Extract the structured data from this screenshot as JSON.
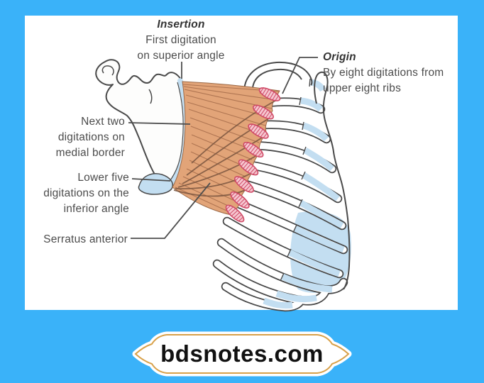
{
  "page": {
    "background_color": "#3ab2f9",
    "panel_color": "#ffffff"
  },
  "figure": {
    "labels": {
      "insertion": {
        "title": "Insertion",
        "lines": [
          "First digitation",
          "on superior angle"
        ]
      },
      "origin": {
        "title": "Origin",
        "lines": [
          "By eight digitations from",
          "upper eight ribs"
        ]
      },
      "medial_border": {
        "lines": [
          "Next two",
          "digitations on",
          "medial border"
        ]
      },
      "inferior_angle": {
        "lines": [
          "Lower five",
          "digitations on the",
          "inferior angle"
        ]
      },
      "muscle_name": "Serratus anterior"
    },
    "colors": {
      "muscle": "#e2a478",
      "muscle_fiber": "#a86f4c",
      "muscle_slip_line": "#7a5640",
      "cartilage": "#c3def1",
      "digitation_fill": "#f6c6d0",
      "digitation_stroke": "#cf4a66",
      "outline": "#4a4a4a",
      "label_text": "#4c4c4c"
    }
  },
  "banner": {
    "text": "bdsnotes.com",
    "border_color": "#d8a14a",
    "text_color": "#111111"
  }
}
